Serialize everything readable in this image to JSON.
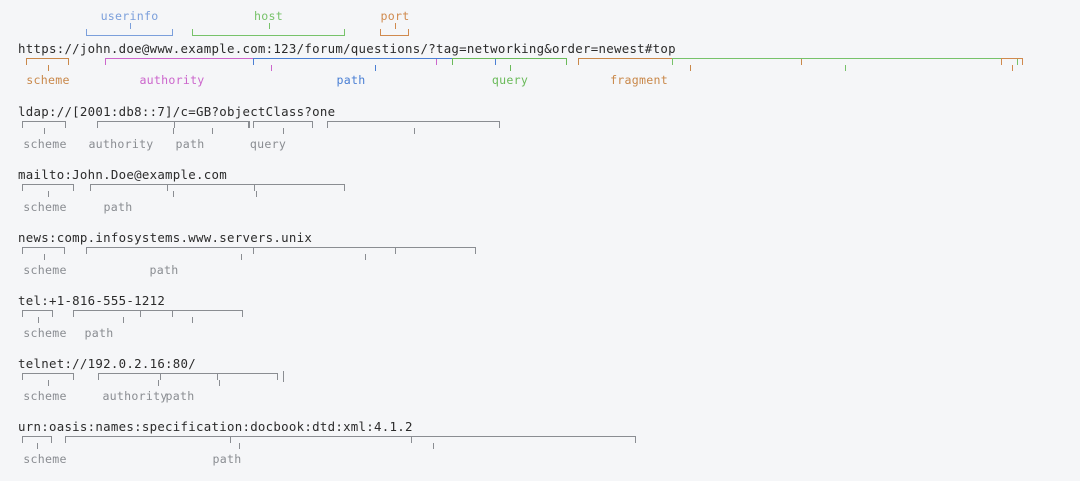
{
  "page": {
    "title": "URI syntax component diagram",
    "background_color": "#f5f6f8",
    "text_color": "#2b2b2b"
  },
  "colors": {
    "scheme": "#c9884a",
    "authority": "#cc66cc",
    "path": "#4a7fd4",
    "query": "#6aba5a",
    "fragment": "#c9884a",
    "userinfo": "#7b9fdb",
    "host": "#77c26a",
    "port": "#d08a4e",
    "neutral": "#8a8d92"
  },
  "examples": [
    {
      "id": "https-example",
      "uri": "https://john.doe@www.example.com:123/forum/questions/?tag=networking&order=newest#top",
      "top_labels": [
        {
          "text": "userinfo",
          "color_key": "userinfo"
        },
        {
          "text": "host",
          "color_key": "host"
        },
        {
          "text": "port",
          "color_key": "port"
        }
      ],
      "bottom_labels": [
        {
          "text": "scheme",
          "color_key": "scheme"
        },
        {
          "text": "authority",
          "color_key": "authority"
        },
        {
          "text": "path",
          "color_key": "path"
        },
        {
          "text": "query",
          "color_key": "query"
        },
        {
          "text": "fragment",
          "color_key": "fragment"
        }
      ]
    },
    {
      "id": "ldap-example",
      "uri": "ldap://[2001:db8::7]/c=GB?objectClass?one",
      "top_labels": [],
      "bottom_labels": [
        {
          "text": "scheme",
          "color_key": "neutral"
        },
        {
          "text": "authority",
          "color_key": "neutral"
        },
        {
          "text": "path",
          "color_key": "neutral"
        },
        {
          "text": "query",
          "color_key": "neutral"
        }
      ]
    },
    {
      "id": "mailto-example",
      "uri": "mailto:John.Doe@example.com",
      "top_labels": [],
      "bottom_labels": [
        {
          "text": "scheme",
          "color_key": "neutral"
        },
        {
          "text": "path",
          "color_key": "neutral"
        }
      ]
    },
    {
      "id": "news-example",
      "uri": "news:comp.infosystems.www.servers.unix",
      "top_labels": [],
      "bottom_labels": [
        {
          "text": "scheme",
          "color_key": "neutral"
        },
        {
          "text": "path",
          "color_key": "neutral"
        }
      ]
    },
    {
      "id": "tel-example",
      "uri": "tel:+1-816-555-1212",
      "top_labels": [],
      "bottom_labels": [
        {
          "text": "scheme",
          "color_key": "neutral"
        },
        {
          "text": "path",
          "color_key": "neutral"
        }
      ]
    },
    {
      "id": "telnet-example",
      "uri": "telnet://192.0.2.16:80/",
      "top_labels": [],
      "bottom_labels": [
        {
          "text": "scheme",
          "color_key": "neutral"
        },
        {
          "text": "authority",
          "color_key": "neutral"
        },
        {
          "text": "path",
          "color_key": "neutral"
        }
      ]
    },
    {
      "id": "urn-example",
      "uri": "urn:oasis:names:specification:docbook:dtd:xml:4.1.2",
      "top_labels": [],
      "bottom_labels": [
        {
          "text": "scheme",
          "color_key": "neutral"
        },
        {
          "text": "path",
          "color_key": "neutral"
        }
      ]
    }
  ]
}
